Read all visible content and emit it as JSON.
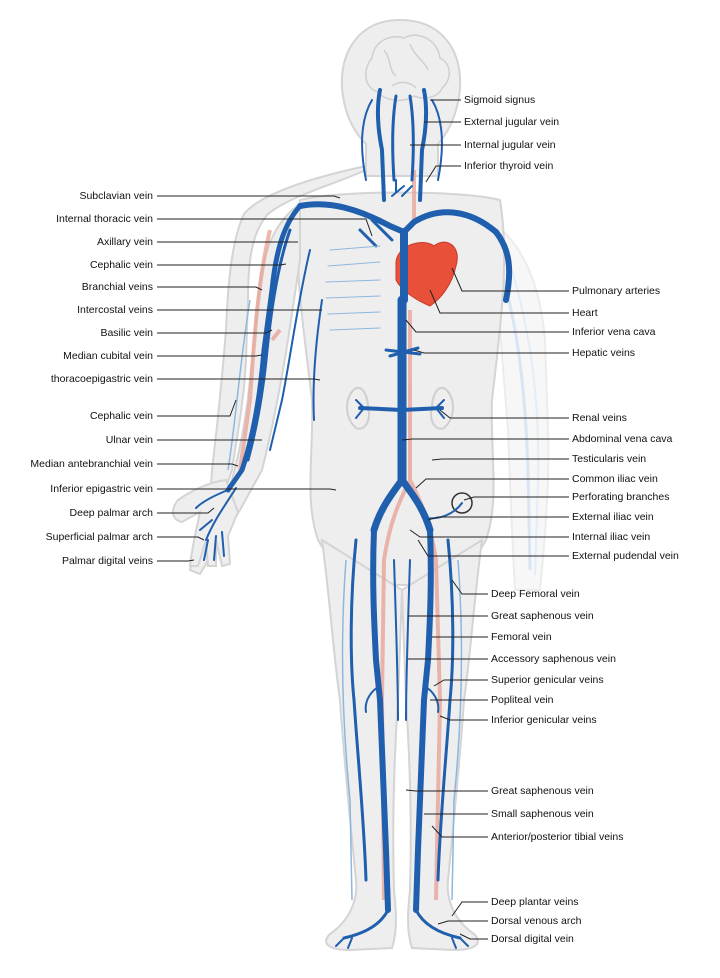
{
  "labels_left": [
    "Subclavian vein",
    "Internal thoracic vein",
    "Axillary vein",
    "Cephalic vein",
    "Branchial veins",
    "Intercostal veins",
    "Basilic vein",
    "Median cubital vein",
    "thoracoepigastric vein",
    "Cephalic vein",
    "Ulnar vein",
    "Median antebranchial vein",
    "Inferior epigastric vein",
    "Deep palmar arch",
    "Superficial palmar arch",
    "Palmar digital veins"
  ],
  "labels_right": [
    "Sigmoid signus",
    "External jugular vein",
    "Internal jugular vein",
    "Inferior thyroid vein",
    "Pulmonary arteries",
    "Heart",
    "Inferior vena cava",
    "Hepatic veins",
    "Renal veins",
    "Abdominal vena cava",
    "Testicularis vein",
    "Common iliac vein",
    "Perforating branches",
    "External iliac vein",
    "Internal iliac vein",
    "External pudendal vein",
    "Deep Femoral vein",
    "Great saphenous vein",
    "Femoral vein",
    "Accessory saphenous vein",
    "Superior genicular veins",
    "Popliteal vein",
    "Inferior genicular veins",
    "Great saphenous vein",
    "Small saphenous vein",
    "Anterior/posterior tibial veins",
    "Deep plantar veins",
    "Dorsal venous arch",
    "Dorsal digital vein"
  ],
  "colors": {
    "vein": "#1f5fae",
    "vein_light": "#8fb7de",
    "artery": "#e8a59a",
    "heart": "#e8503a",
    "body_fill": "#eeeeee",
    "body_stroke": "#d4d4d4",
    "leader": "#222222"
  }
}
